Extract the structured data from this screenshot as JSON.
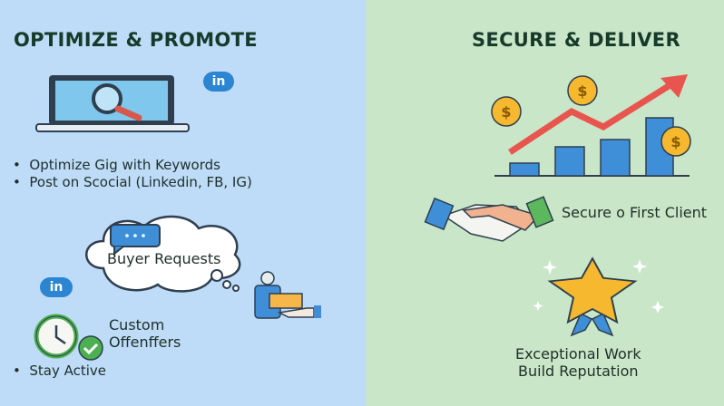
{
  "left": {
    "title": "OPTIMIZE & PROMOTE",
    "bullets": [
      "Optimize Gig with Keywords",
      "Post on Scocial (Linkedin, FB, IG)"
    ],
    "cloud_label": "Buyer Requests",
    "custom_offers": [
      "Custom",
      "Offenffers"
    ],
    "stay_active": "Stay Active",
    "linkedin": "in"
  },
  "right": {
    "title": "SECURE & DELIVER",
    "secure_client": "Secure o First Client",
    "reputation": [
      "Exceptional Work",
      "Build Reputation"
    ],
    "coin": "$"
  },
  "colors": {
    "left_bg": "#bedcf8",
    "right_bg": "#c9e7c8",
    "accent_blue": "#3f8fd8",
    "green": "#4caf50",
    "red": "#e8554e",
    "gold": "#f5b82e"
  }
}
